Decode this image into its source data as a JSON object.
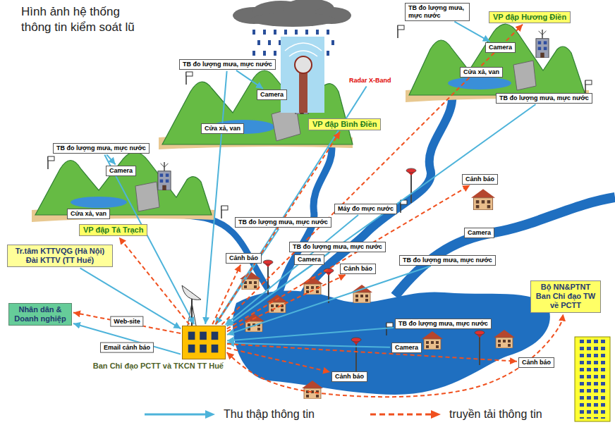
{
  "diagram": {
    "title": "Hình ảnh hệ thống thông tin kiểm soát lũ",
    "nodes": [
      {
        "text": [
          "TB đo lượng mưa, mực nước"
        ]
      },
      {
        "text": [
          "VP đập Hương Điền"
        ]
      },
      {
        "text": [
          "Camera"
        ]
      },
      {
        "text": [
          "Cửa xả, van"
        ]
      },
      {
        "text": [
          "TB đo lượng mưa, mực nước"
        ]
      },
      {
        "text": [
          "TB đo lượng mưa, mực nước"
        ]
      },
      {
        "text": [
          "Radar X-Band"
        ]
      },
      {
        "text": [
          "Camera"
        ]
      },
      {
        "text": [
          "Cửa xả, van"
        ]
      },
      {
        "text": [
          "VP đập Bình Điền"
        ]
      },
      {
        "text": [
          "TB đo lượng mưa, mực nước"
        ]
      },
      {
        "text": [
          "Camera"
        ]
      },
      {
        "text": [
          "Cảnh báo"
        ]
      },
      {
        "text": [
          "Máy đo mực nước"
        ]
      },
      {
        "text": [
          "Cửa xả, van"
        ]
      },
      {
        "text": [
          "TB đo lượng mưa, mực nước"
        ]
      },
      {
        "text": [
          "VP đập Tả Trạch"
        ]
      },
      {
        "text": [
          "Tr.tâm KTTVQG (Hà Nội) Đài KTTV (TT Huế)"
        ]
      },
      {
        "text": [
          "Camera"
        ]
      },
      {
        "text": [
          "TB đo lượng mưa, mực nước"
        ]
      },
      {
        "text": [
          "Cảnh báo"
        ]
      },
      {
        "text": [
          "Camera"
        ]
      },
      {
        "text": [
          "TB đo lượng mưa, mực nước"
        ]
      },
      {
        "text": [
          "Cảnh báo"
        ]
      },
      {
        "text": [
          "Bộ NN&PTNT Ban Chỉ đạo TW về PCTT"
        ]
      },
      {
        "text": [
          "Nhân dân & Doanh nghiệp"
        ]
      },
      {
        "text": [
          "TB đo lượng mưa, mực nước"
        ]
      },
      {
        "text": [
          "Camera"
        ]
      },
      {
        "text": [
          "Ban Chỉ đạo PCTT và TKCN TT Huế"
        ]
      },
      {
        "text": [
          "Cảnh báo"
        ]
      },
      {
        "text": [
          "Cảnh báo"
        ]
      }
    ],
    "edges": [
      {
        "from": 0,
        "to": 2,
        "arrow": "to"
      },
      {
        "from": 5,
        "to": 7,
        "arrow": "to"
      },
      {
        "from": 10,
        "to": 11,
        "arrow": "to"
      },
      {
        "from": 17,
        "to": 28,
        "arrow": "to"
      },
      {
        "from": 10,
        "to": 28,
        "arrow": "to"
      },
      {
        "from": 5,
        "to": 28,
        "arrow": "to"
      },
      {
        "from": 6,
        "to": 28,
        "arrow": "to"
      },
      {
        "from": 4,
        "to": 28,
        "arrow": "to"
      },
      {
        "from": 15,
        "to": 28,
        "arrow": "to"
      },
      {
        "from": 13,
        "to": 28,
        "arrow": "to"
      },
      {
        "from": 19,
        "to": 28,
        "arrow": "to"
      },
      {
        "from": 22,
        "to": 28,
        "arrow": "to"
      },
      {
        "from": 26,
        "to": 28,
        "arrow": "to"
      },
      {
        "from": 27,
        "to": 28,
        "arrow": "to"
      },
      {
        "from": 28,
        "to": 1,
        "arrow": "to"
      },
      {
        "from": 28,
        "to": 9,
        "arrow": "to"
      },
      {
        "from": 28,
        "to": 16,
        "arrow": "to"
      },
      {
        "from": 28,
        "to": 12,
        "arrow": "to"
      },
      {
        "from": 28,
        "to": 20,
        "arrow": "to"
      },
      {
        "from": 28,
        "to": 23,
        "arrow": "to"
      },
      {
        "from": 28,
        "to": 29,
        "arrow": "to"
      },
      {
        "from": 28,
        "to": 30,
        "arrow": "to"
      },
      {
        "from": 28,
        "to": 24,
        "arrow": "both"
      },
      {
        "from": 28,
        "to": 25,
        "label": "Web-site",
        "arrow": "to"
      },
      {
        "from": 28,
        "to": 25,
        "label": "Email cảnh báo",
        "arrow": "to"
      }
    ],
    "legend": [
      {
        "text": "Thu thập thông tin"
      },
      {
        "text": "truyền tải thông tin"
      }
    ]
  }
}
